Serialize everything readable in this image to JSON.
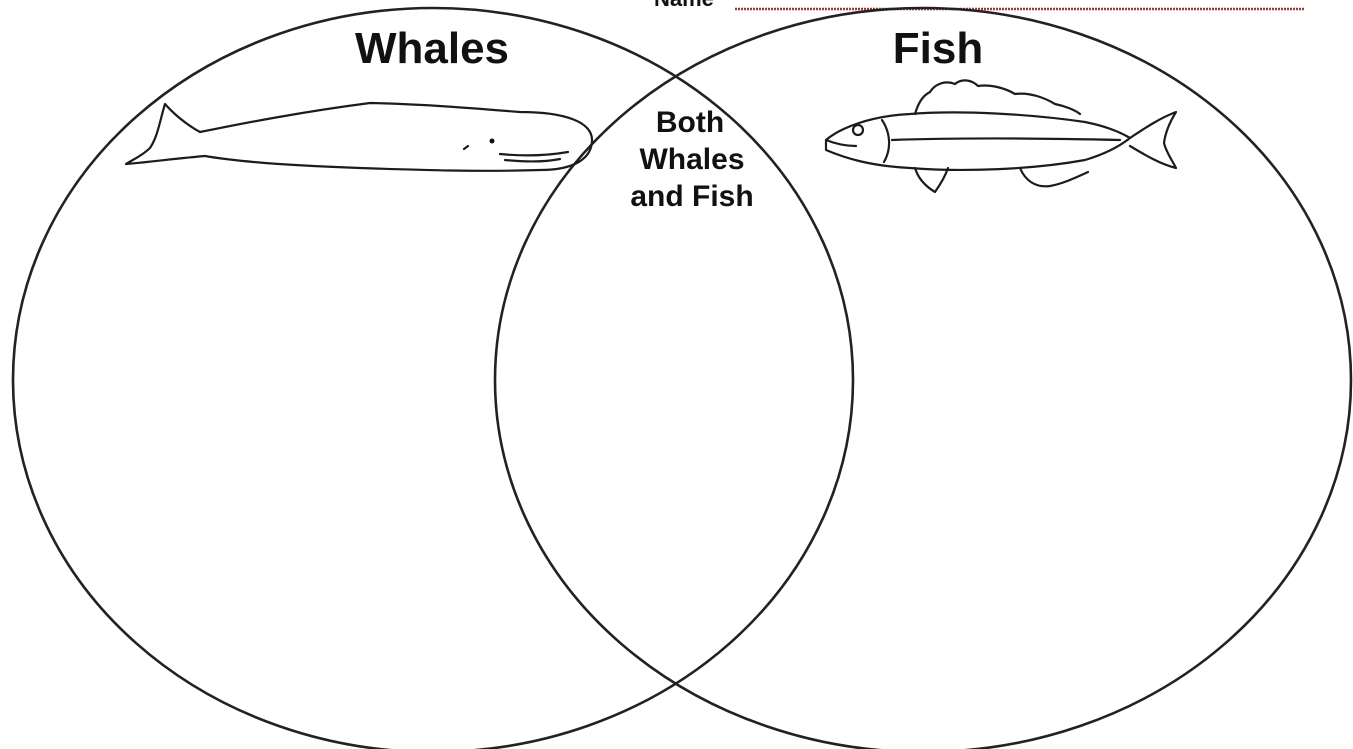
{
  "worksheet": {
    "name_label": "Name",
    "left_circle": {
      "title": "Whales",
      "picture": "whale-illustration"
    },
    "right_circle": {
      "title": "Fish",
      "picture": "fish-illustration"
    },
    "overlap": {
      "lines": [
        "Both",
        "Whales",
        "and Fish"
      ]
    },
    "colors": {
      "ink": "#111111",
      "name_line": "#9a3b3b",
      "background": "#ffffff"
    }
  }
}
